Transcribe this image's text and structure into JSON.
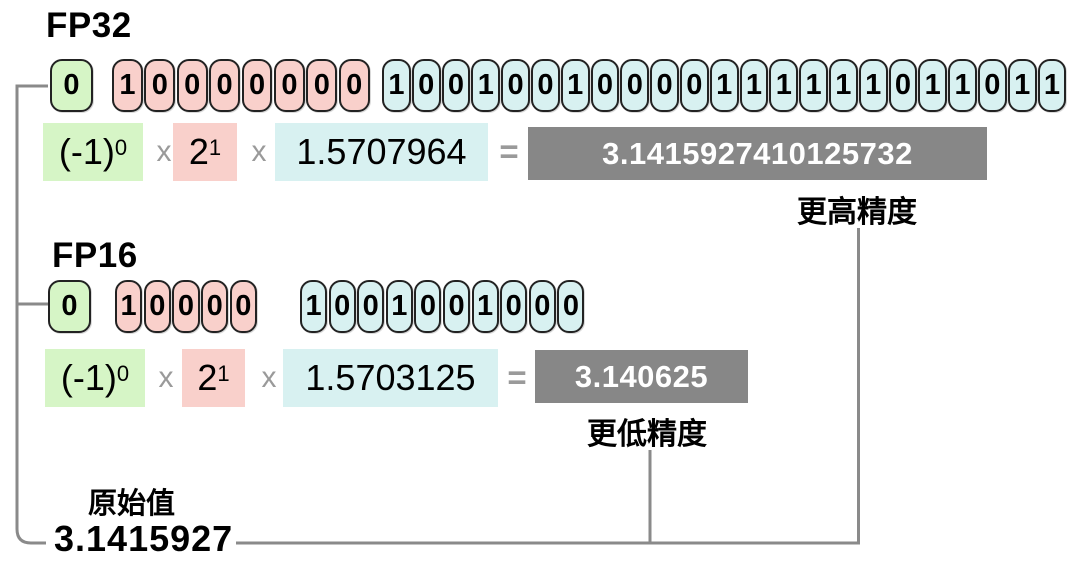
{
  "colors": {
    "green": "#d6f5c6",
    "pink": "#f9d0cb",
    "cyan": "#d8f1f1",
    "result_gray": "#878787",
    "line_gray": "#8a8a8a",
    "operator_gray": "#9a9a9a",
    "bit_border": "#222222",
    "result_text": "#ffffff"
  },
  "fp32": {
    "title": "FP32",
    "sign_bits": "0",
    "exponent_bits": "10000000",
    "mantissa_bits": "10010010000111111011011",
    "formula": {
      "sign_base": "(-1)",
      "sign_sup": "0",
      "times_1": "x",
      "exp_base": "2",
      "exp_sup": "1",
      "times_2": "x",
      "mantissa_value": "1.5707964",
      "equals": "=",
      "result": "3.1415927410125732"
    },
    "precision_label": "更高精度"
  },
  "fp16": {
    "title": "FP16",
    "sign_bits": "0",
    "exponent_bits": "10000",
    "mantissa_bits": "1001001000",
    "formula": {
      "sign_base": "(-1)",
      "sign_sup": "0",
      "times_1": "x",
      "exp_base": "2",
      "exp_sup": "1",
      "times_2": "x",
      "mantissa_value": "1.5703125",
      "equals": "=",
      "result": "3.140625"
    },
    "precision_label": "更低精度"
  },
  "original": {
    "label": "原始值",
    "value": "3.1415927"
  }
}
